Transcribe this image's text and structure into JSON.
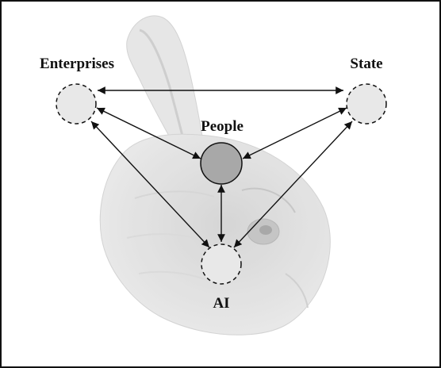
{
  "diagram": {
    "nodes": {
      "enterprises": {
        "label": "Enterprises"
      },
      "state": {
        "label": "State"
      },
      "people": {
        "label": "People"
      },
      "ai": {
        "label": "AI"
      }
    },
    "edges": [
      {
        "from": "enterprises",
        "to": "state",
        "direction": "both"
      },
      {
        "from": "enterprises",
        "to": "people",
        "direction": "both"
      },
      {
        "from": "state",
        "to": "people",
        "direction": "both"
      },
      {
        "from": "enterprises",
        "to": "ai",
        "direction": "both"
      },
      {
        "from": "state",
        "to": "ai",
        "direction": "both"
      },
      {
        "from": "people",
        "to": "ai",
        "direction": "both"
      }
    ],
    "colors": {
      "outer_node_fill": "#e8e8e8",
      "central_node_fill": "#a8a8a8",
      "line": "#111111",
      "background_illustration": "#c9c9c9"
    }
  }
}
